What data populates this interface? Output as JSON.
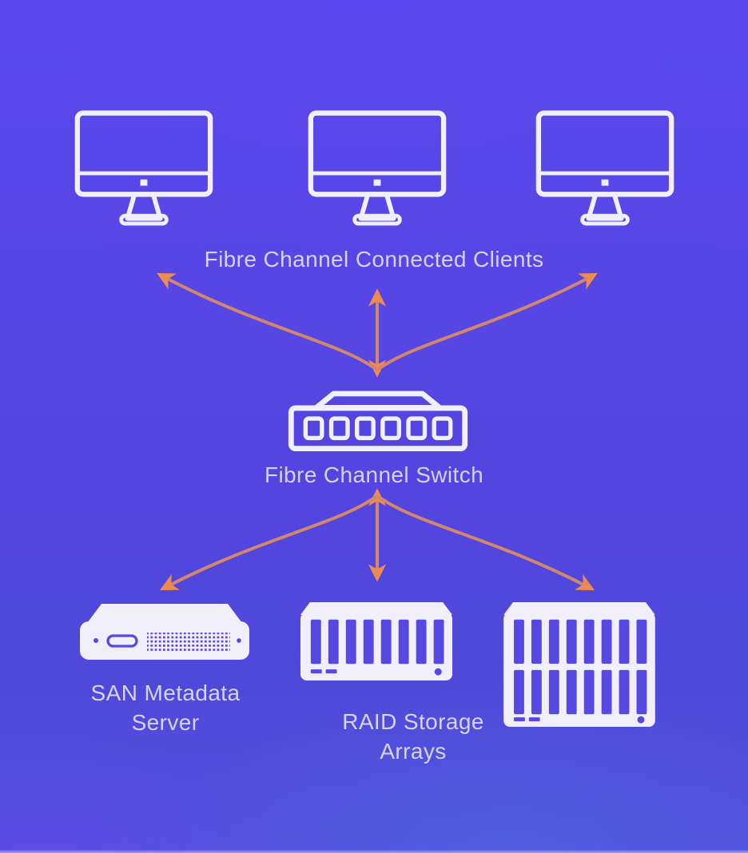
{
  "diagram": {
    "type": "SAN architecture diagram",
    "colors": {
      "background_top": "#5A48EB",
      "background_bottom": "#4E49D9",
      "icon_white": "#F1EFFB",
      "icon_cutout_purple": "#5747E3",
      "label_text": "#D7D3F2",
      "arrow_shaft": "#D1876B",
      "arrow_head": "#EC8B52"
    },
    "nodes": {
      "clients": {
        "label": "Fibre Channel Connected Clients",
        "device_count": 3,
        "icon": "imac-monitor-icon"
      },
      "switch": {
        "label": "Fibre Channel Switch",
        "icon": "network-switch-icon",
        "port_count": 6
      },
      "metadata_server": {
        "label_line1": "SAN Metadata",
        "label_line2": "Server",
        "icon": "rack-server-icon"
      },
      "raid_arrays": {
        "label_line1": "RAID Storage",
        "label_line2": "Arrays",
        "icon": "raid-array-icon",
        "devices": [
          {
            "drive_slots": 8,
            "rows": 1
          },
          {
            "drive_slots": 16,
            "rows": 2
          }
        ]
      }
    },
    "connections": [
      {
        "from": "clients-left",
        "to": "switch",
        "style": "curved",
        "arrowhead": "at-client"
      },
      {
        "from": "clients-center",
        "to": "switch",
        "style": "straight",
        "arrowhead": "both"
      },
      {
        "from": "clients-right",
        "to": "switch",
        "style": "curved",
        "arrowhead": "at-client"
      },
      {
        "from": "switch",
        "to": "metadata-server",
        "style": "curved",
        "arrowhead": "at-server"
      },
      {
        "from": "switch",
        "to": "raid-small",
        "style": "straight",
        "arrowhead": "both"
      },
      {
        "from": "switch",
        "to": "raid-large",
        "style": "curved",
        "arrowhead": "at-array"
      }
    ]
  }
}
